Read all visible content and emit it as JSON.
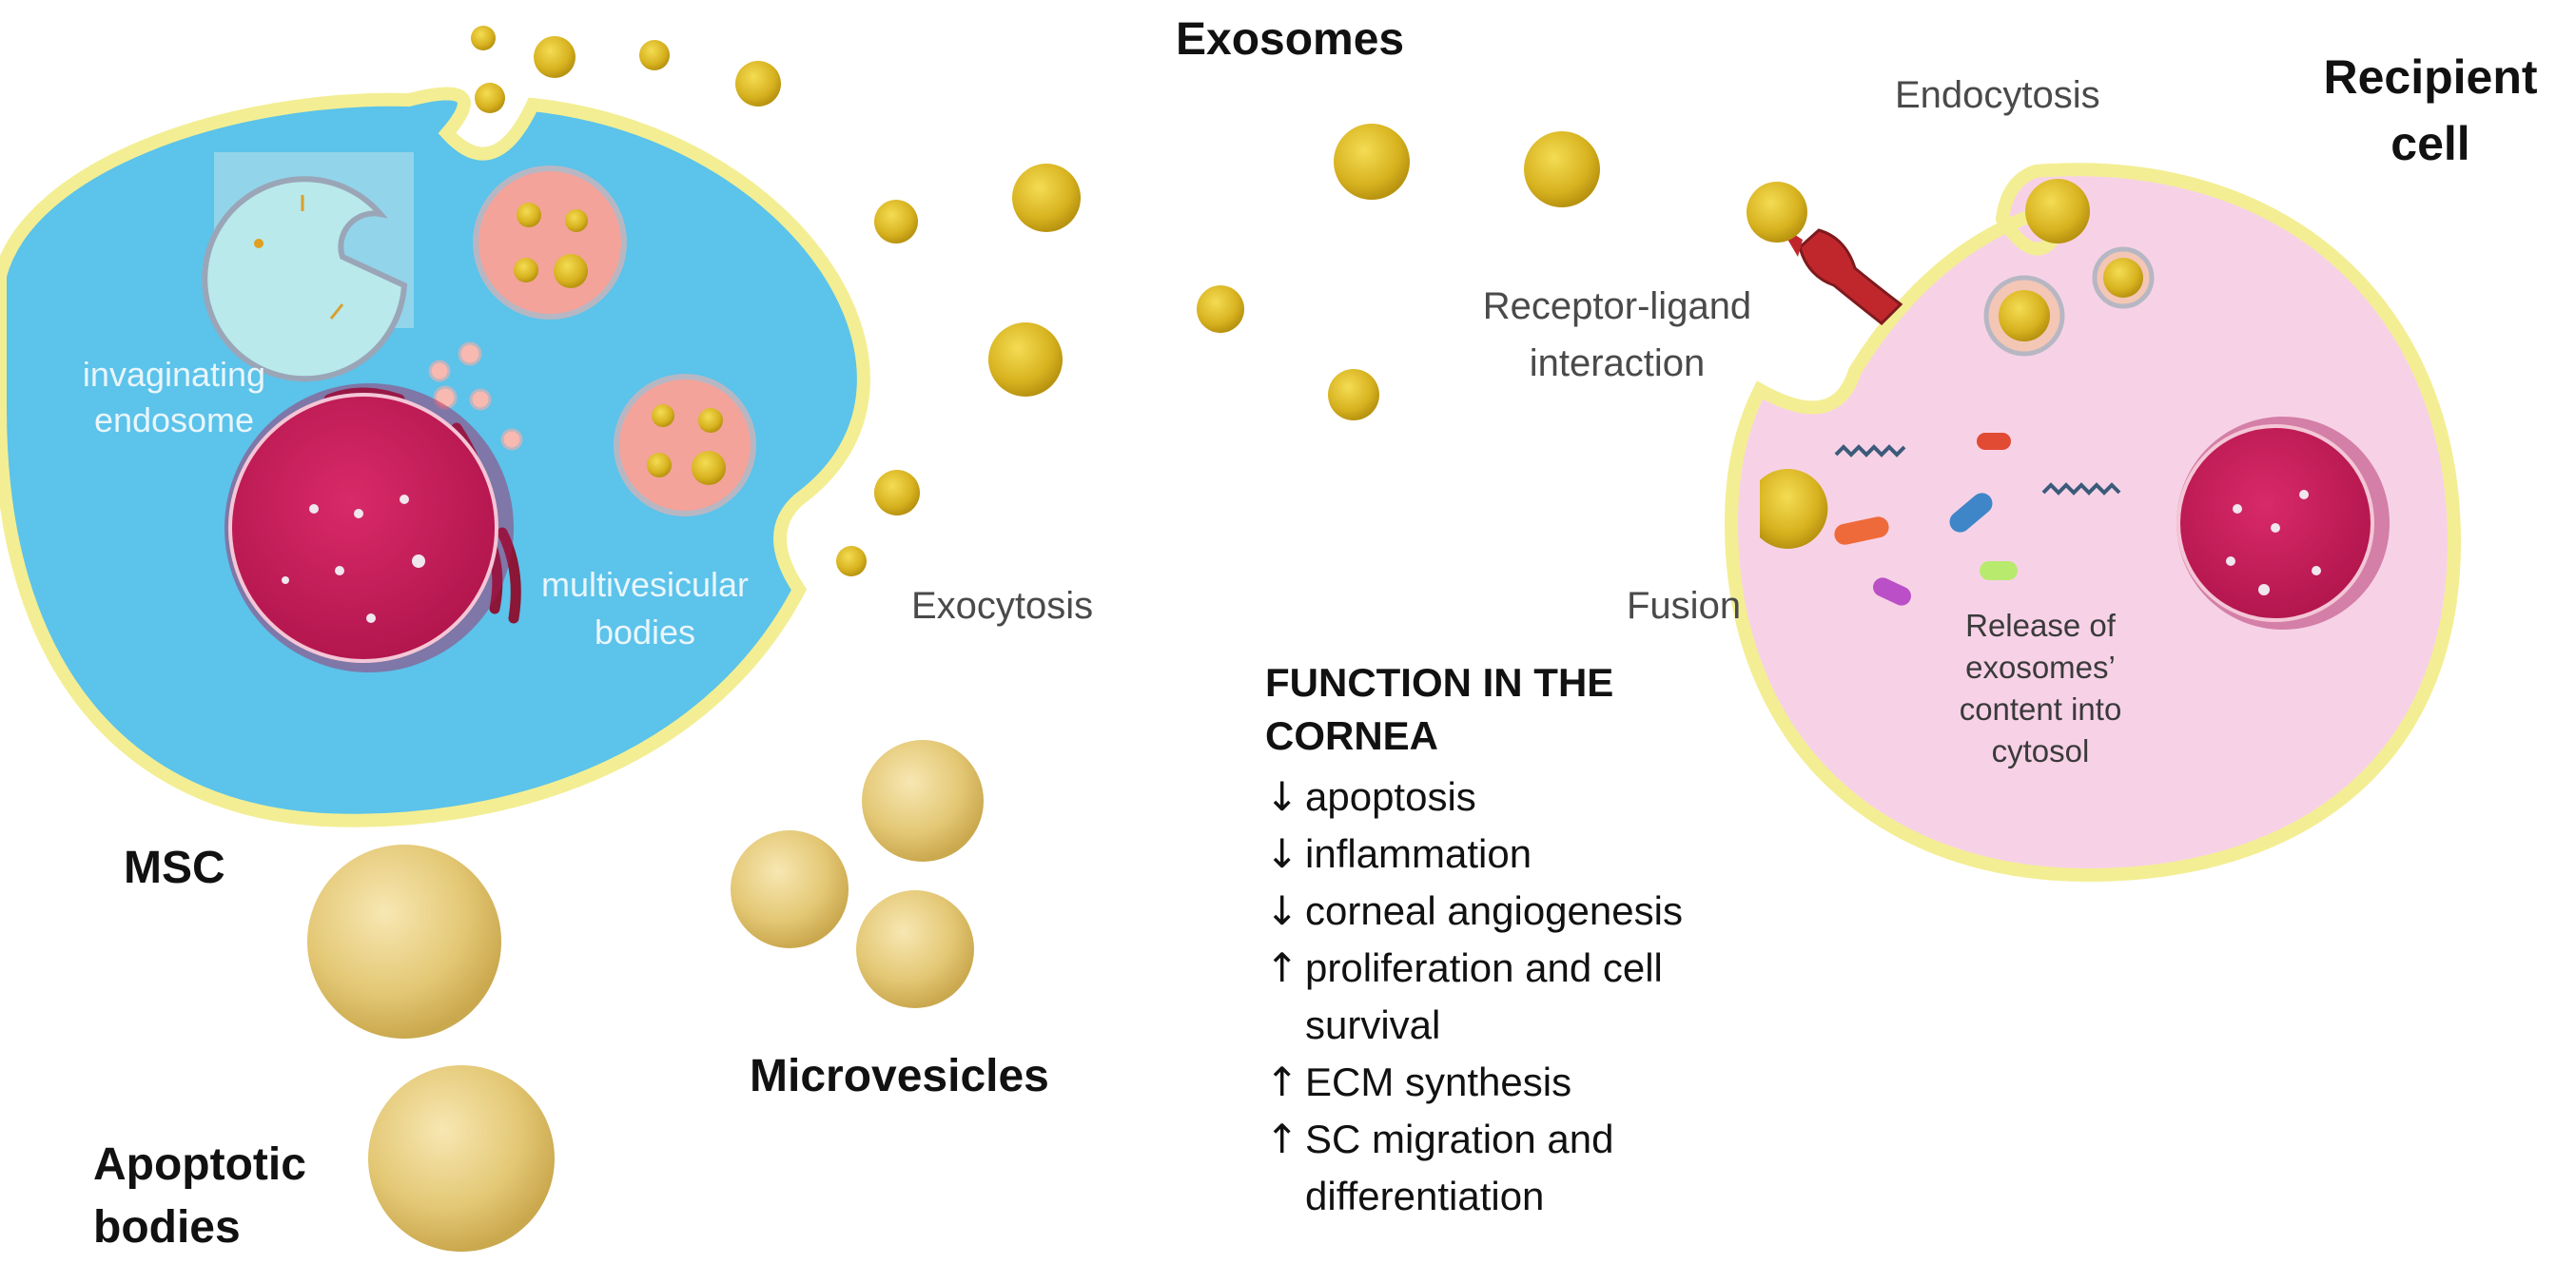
{
  "labels": {
    "exosomes": "Exosomes",
    "recipient_cell": "Recipient cell",
    "endocytosis": "Endocytosis",
    "receptor_ligand": "Receptor-ligand interaction",
    "invaginating_endosome": "invaginating endosome",
    "multivesicular_bodies": "multivesicular bodies",
    "exocytosis": "Exocytosis",
    "fusion": "Fusion",
    "release": "Release of exosomes’ content into cytosol",
    "msc": "MSC",
    "microvesicles": "Microvesicles",
    "apoptotic_bodies": "Apoptotic bodies"
  },
  "function_panel": {
    "title": "FUNCTION IN THE CORNEA",
    "items": [
      {
        "direction": "down",
        "arrow": "↓",
        "text": "apoptosis"
      },
      {
        "direction": "down",
        "arrow": "↓",
        "text": "inflammation"
      },
      {
        "direction": "down",
        "arrow": "↓",
        "text": "corneal angiogenesis"
      },
      {
        "direction": "up",
        "arrow": "↑",
        "text": "proliferation and cell survival"
      },
      {
        "direction": "up",
        "arrow": "↑",
        "text": "ECM synthesis"
      },
      {
        "direction": "up",
        "arrow": "↑",
        "text": "SC migration and differentiation"
      }
    ]
  },
  "colors": {
    "msc_cytoplasm": "#5cc3ea",
    "membrane": "#f3ee93",
    "recipient_cytoplasm": "#f7d2e7",
    "nucleus": "#cc1d5c",
    "exosome": "#d8b31f",
    "vesicle": "#dfc16a",
    "mvb": "#f3a39a",
    "endosome": "#b9e9ea",
    "receptor": "#c0272d"
  }
}
